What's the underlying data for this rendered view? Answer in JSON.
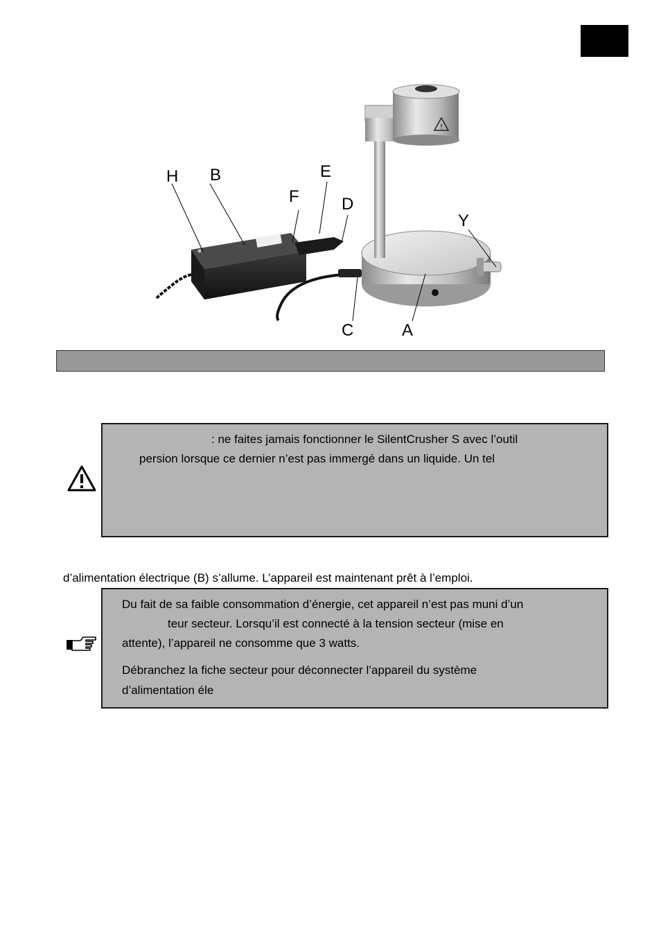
{
  "figure": {
    "callouts": {
      "H": "H",
      "B": "B",
      "E": "E",
      "F": "F",
      "D": "D",
      "Y": "Y",
      "C": "C",
      "A": "A"
    }
  },
  "warning_box": {
    "line1": ": ne faites jamais fonctionner le SilentCrusher S avec l’outil",
    "line2": "persion lorsque ce dernier n’est pas immergé dans un liquide. Un tel",
    "icon": "warning-triangle-icon"
  },
  "body": {
    "paragraph": "d’alimentation électrique (B) s’allume. L’appareil est maintenant prêt à l’emploi."
  },
  "note_box": {
    "line1": "Du fait de sa faible consommation d’énergie, cet appareil n’est pas muni d’un",
    "line2": "teur secteur. Lorsqu’il est connecté à la tension secteur (mise en",
    "line3": "attente), l’appareil ne consomme que 3 watts.",
    "line4": "Débranchez la fiche secteur pour déconnecter l’appareil du système",
    "line5": "d’alimentation éle",
    "icon": "pointing-hand-icon"
  }
}
